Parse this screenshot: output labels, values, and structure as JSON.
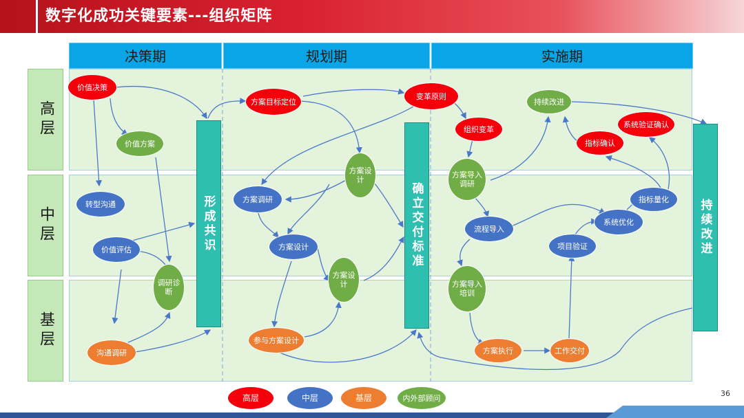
{
  "title": "数字化成功关键要素---组织矩阵",
  "phases": [
    "决策期",
    "规划期",
    "实施期"
  ],
  "levels": [
    "高层",
    "中层",
    "基层"
  ],
  "bars": {
    "consensus": "形成共识",
    "delivery": "确立交付标准",
    "improve": "持续改进"
  },
  "nodes": {
    "value_decision": "价值决策",
    "value_plan": "价值方案",
    "transform_comm": "转型沟通",
    "value_eval": "价值评估",
    "research_diag": "调研诊断",
    "comm_research": "沟通调研",
    "plan_goal": "方案目标定位",
    "change_principle": "变革原则",
    "plan_design_1": "方案设计",
    "plan_research": "方案调研",
    "plan_design_2": "方案设计",
    "plan_design_3": "方案设计",
    "join_design": "参与方案设计",
    "org_change": "组织变革",
    "continuous_improve": "持续改进",
    "indicator_confirm": "指标确认",
    "system_verify": "系统验证确认",
    "plan_import_research": "方案导入调研",
    "process_import": "流程导入",
    "indicator_quant": "指标量化",
    "system_optimize": "系统优化",
    "project_verify": "项目验证",
    "plan_import_train": "方案导入培训",
    "plan_execute": "方案执行",
    "work_deliver": "工作交付"
  },
  "legend": [
    "高层",
    "中层",
    "基层",
    "内外部顾问"
  ],
  "colors": {
    "high": "#f5000a",
    "mid": "#4472c4",
    "base": "#ed7d31",
    "advisor": "#70ad47",
    "phase": "#0aa5e6",
    "bar": "#2fbfb0"
  },
  "page_number": "36"
}
